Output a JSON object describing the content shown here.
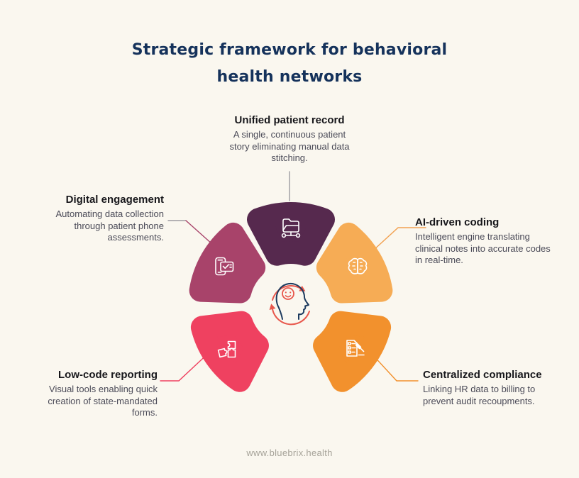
{
  "page": {
    "background_color": "#FAF7EF",
    "footer_text": "www.bluebrix.health"
  },
  "title": {
    "line1": "Strategic framework for behavioral",
    "line2": "health networks",
    "color": "#15325B"
  },
  "center": {
    "icon": "patient-mind-cycle-icon",
    "arrow_color": "#E8574C",
    "head_color": "#1C3A5E"
  },
  "sections": [
    {
      "id": "unified-patient-record",
      "label": "Unified patient record",
      "description": "A single, continuous patient story eliminating manual data stitching.",
      "petal_color": "#56294E",
      "icon": "network-folder-icon",
      "connector_color": "#9C9CA1"
    },
    {
      "id": "digital-engagement",
      "label": "Digital engagement",
      "description": "Automating data collection through patient phone assessments.",
      "petal_color": "#A8436A",
      "icon": "phone-checklist-icon",
      "connector_color": "#A8436A"
    },
    {
      "id": "ai-driven-coding",
      "label": "AI-driven coding",
      "description": "Intelligent engine translating clinical notes into accurate codes in real-time.",
      "petal_color": "#F6AC55",
      "icon": "brain-icon",
      "connector_color": "#F2A150"
    },
    {
      "id": "low-code-reporting",
      "label": "Low-code reporting",
      "description": "Visual tools enabling quick creation of state-mandated forms.",
      "petal_color": "#EF4160",
      "icon": "puzzle-pieces-icon",
      "connector_color": "#EF4160"
    },
    {
      "id": "centralized-compliance",
      "label": "Centralized compliance",
      "description": "Linking HR data to billing to prevent audit recoupments.",
      "petal_color": "#F2912D",
      "icon": "compliance-gavel-icon",
      "connector_color": "#F2912D"
    }
  ]
}
